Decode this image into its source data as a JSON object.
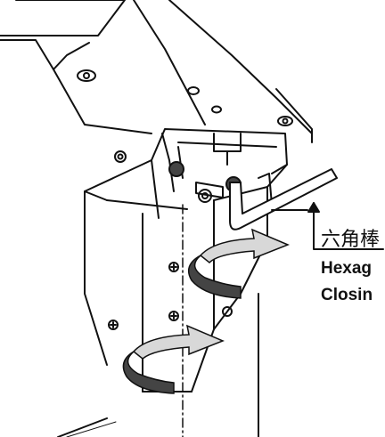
{
  "callout": {
    "label_jp": "六角棒",
    "label_en_line1": "Hexag",
    "label_en_line2": "Closin"
  },
  "icons": [
    "hex-wrench-icon",
    "rotation-arrow-icon"
  ],
  "colors": {
    "line": "#111111",
    "arrow_fill": "#d8d8d8",
    "arrow_dark": "#444444"
  }
}
